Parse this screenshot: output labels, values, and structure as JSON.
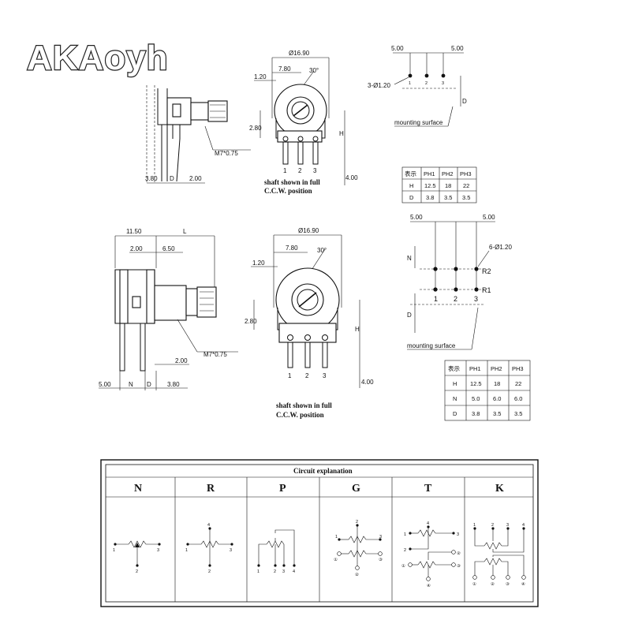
{
  "brand": {
    "logo_text": "AKAoyh"
  },
  "top_drawing": {
    "side_view": {
      "dims": [
        "M7*0.75",
        "3.80",
        "D",
        "2.00"
      ]
    },
    "front_view": {
      "diameter": "Ø16.90",
      "offset": "7.80",
      "angle": "30°",
      "left": "1.20",
      "height_left": "2.80",
      "height_right": "H",
      "leg": "4.00",
      "pins": [
        "1",
        "2",
        "3"
      ],
      "caption_line1": "shaft shown in full",
      "caption_line2": "C.C.W. position"
    },
    "footprint": {
      "left": "5.00",
      "right": "5.00",
      "holes": "3-Ø1.20",
      "pins": [
        "1",
        "2",
        "3"
      ],
      "side": "D",
      "surface": "mounting surface"
    },
    "table": {
      "headers": [
        "表示",
        "PH1",
        "PH2",
        "PH3"
      ],
      "rows": [
        [
          "H",
          "12.5",
          "18",
          "22"
        ],
        [
          "D",
          "3.8",
          "3.5",
          "3.5"
        ]
      ]
    }
  },
  "bottom_drawing": {
    "side_view": {
      "dims": [
        "11.50",
        "L",
        "2.00",
        "6.50",
        "M7*0.75",
        "2.00",
        "5.00",
        "N",
        "D",
        "3.80"
      ]
    },
    "front_view": {
      "diameter": "Ø16.90",
      "offset": "7.80",
      "angle": "30°",
      "left": "1.20",
      "height_left": "2.80",
      "height_right": "H",
      "leg": "4.00",
      "pins": [
        "1",
        "2",
        "3"
      ],
      "caption_line1": "shaft shown in full",
      "caption_line2": "C.C.W. position"
    },
    "footprint": {
      "left": "5.00",
      "right": "5.00",
      "holes": "6-Ø1.20",
      "row_labels": [
        "R2",
        "R1"
      ],
      "pins": [
        "1",
        "2",
        "3"
      ],
      "side_n": "N",
      "side_d": "D",
      "surface": "mounting surface"
    },
    "table": {
      "headers": [
        "表示",
        "PH1",
        "PH2",
        "PH3"
      ],
      "rows": [
        [
          "H",
          "12.5",
          "18",
          "22"
        ],
        [
          "N",
          "5.0",
          "6.0",
          "6.0"
        ],
        [
          "D",
          "3.8",
          "3.5",
          "3.5"
        ]
      ]
    }
  },
  "circuit": {
    "title": "Circuit explanation",
    "columns": [
      {
        "letter": "N",
        "pins": [
          "1",
          "2",
          "3"
        ]
      },
      {
        "letter": "R",
        "pins": [
          "4",
          "1",
          "2",
          "3"
        ]
      },
      {
        "letter": "P",
        "pins": [
          "1",
          "2",
          "3",
          "4"
        ]
      },
      {
        "letter": "G",
        "pins": [
          "2",
          "1",
          "3",
          "①",
          "②",
          "③"
        ]
      },
      {
        "letter": "T",
        "pins": [
          "4",
          "1",
          "2",
          "3",
          "①",
          "②",
          "③",
          "④"
        ]
      },
      {
        "letter": "K",
        "pins": [
          "1",
          "2",
          "3",
          "4",
          "①",
          "②",
          "③",
          "④"
        ]
      }
    ]
  }
}
